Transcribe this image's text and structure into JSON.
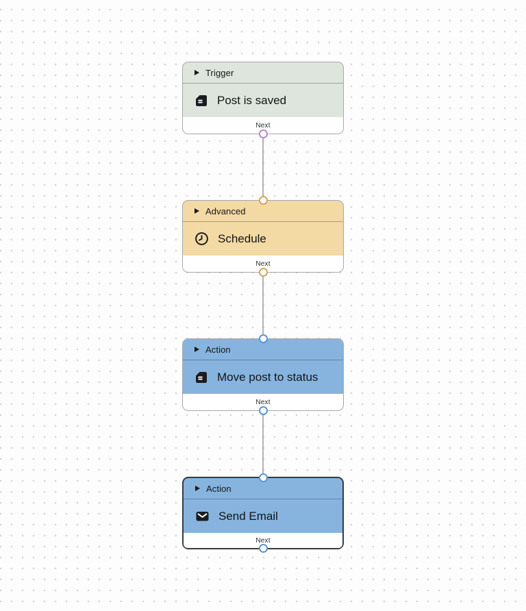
{
  "canvas": {
    "type": "workflow-editor",
    "background_dot_color": "#d4d5d8",
    "edge_color": "#b2b3b7"
  },
  "theme": {
    "default_border_color": "#a3a8ad",
    "selected_border_color": "#363b41",
    "footer_background": "#ffffff"
  },
  "nodes": [
    {
      "id": "trigger-post-is-saved",
      "category": "Trigger",
      "title": "Post is saved",
      "icon": "document-icon",
      "fill": "#dee5dc",
      "handle_color": "#b48cc4",
      "footer_label": "Next",
      "selected": false,
      "has_input_handle": false,
      "has_output_handle": true
    },
    {
      "id": "advanced-schedule",
      "category": "Advanced",
      "title": "Schedule",
      "icon": "clock-icon",
      "fill": "#f3d9a4",
      "handle_color": "#d2a85f",
      "footer_label": "Next",
      "selected": false,
      "has_input_handle": true,
      "has_output_handle": true
    },
    {
      "id": "action-move-post-to-status",
      "category": "Action",
      "title": "Move post to status",
      "icon": "document-icon",
      "fill": "#87b4df",
      "handle_color": "#5f95cb",
      "footer_label": "Next",
      "selected": false,
      "has_input_handle": true,
      "has_output_handle": true
    },
    {
      "id": "action-send-email",
      "category": "Action",
      "title": "Send Email",
      "icon": "envelope-icon",
      "fill": "#87b4df",
      "handle_color": "#5f95cb",
      "footer_label": "Next",
      "selected": true,
      "has_input_handle": true,
      "has_output_handle": true
    }
  ],
  "edges": [
    {
      "from": "trigger-post-is-saved",
      "to": "advanced-schedule"
    },
    {
      "from": "advanced-schedule",
      "to": "action-move-post-to-status"
    },
    {
      "from": "action-move-post-to-status",
      "to": "action-send-email"
    }
  ]
}
